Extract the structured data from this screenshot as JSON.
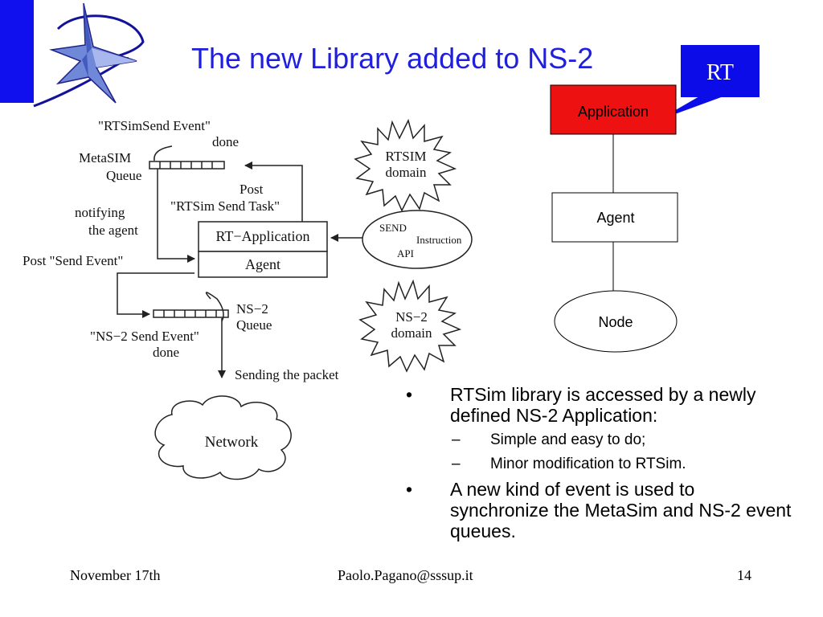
{
  "slide": {
    "title": "The new Library added to NS-2",
    "callout": "RT"
  },
  "flow": {
    "send_event_done_1": "\"RTSimSend Event\"",
    "send_event_done_2": "done",
    "metasim_queue_1": "MetaSIM",
    "metasim_queue_2": "Queue",
    "post_task_1": "Post",
    "post_task_2": "\"RTSim Send Task\"",
    "notifying_1": "notifying",
    "notifying_2": "the agent",
    "post_send_event": "Post \"Send Event\"",
    "rt_application": "RT−Application",
    "agent": "Agent",
    "ns2_queue_1": "NS−2",
    "ns2_queue_2": "Queue",
    "ns2_send_event_1": "\"NS−2 Send Event\"",
    "ns2_send_event_2": "done",
    "sending_packet": "Sending the packet",
    "network": "Network",
    "rtsim_domain_1": "RTSIM",
    "rtsim_domain_2": "domain",
    "send": "SEND",
    "instruction": "Instruction",
    "api": "API",
    "ns2_domain_1": "NS−2",
    "ns2_domain_2": "domain"
  },
  "stack": {
    "application": "Application",
    "agent": "Agent",
    "node": "Node"
  },
  "bullets": [
    {
      "text": "RTSim library is accessed by a newly defined NS-2 Application:",
      "sub": [
        "Simple and easy to do;",
        "Minor modification to RTSim."
      ]
    },
    {
      "text": "A new kind of event is used to synchronize the MetaSim and NS-2 event queues.",
      "sub": []
    }
  ],
  "bullet_glyph": "•",
  "dash_glyph": "–",
  "footer": {
    "date": "November 17th",
    "email": "Paolo.Pagano@sssup.it",
    "page": "14"
  },
  "colors": {
    "sidebar": "#1010ee",
    "title": "#1f1fdd",
    "callout": "#0c0ce8",
    "application_box": "#ee1111"
  }
}
